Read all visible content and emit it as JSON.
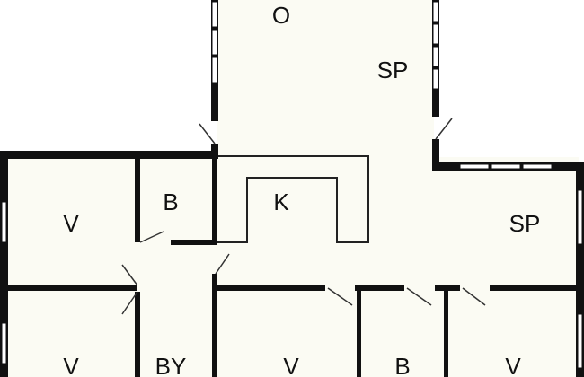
{
  "colors": {
    "background": "#ffffff",
    "floor": "#fbfbf3",
    "wall": "#111111",
    "door": "#333333",
    "window": "#ffffff"
  },
  "rooms": {
    "o": {
      "label": "O"
    },
    "sp_top": {
      "label": "SP"
    },
    "sp_right": {
      "label": "SP"
    },
    "v_top_left": {
      "label": "V"
    },
    "b_top": {
      "label": "B"
    },
    "k": {
      "label": "K"
    },
    "v_bottom_left": {
      "label": "V"
    },
    "by": {
      "label": "BY"
    },
    "v_bottom_mid": {
      "label": "V"
    },
    "b_bottom": {
      "label": "B"
    },
    "v_bottom_right": {
      "label": "V"
    }
  }
}
